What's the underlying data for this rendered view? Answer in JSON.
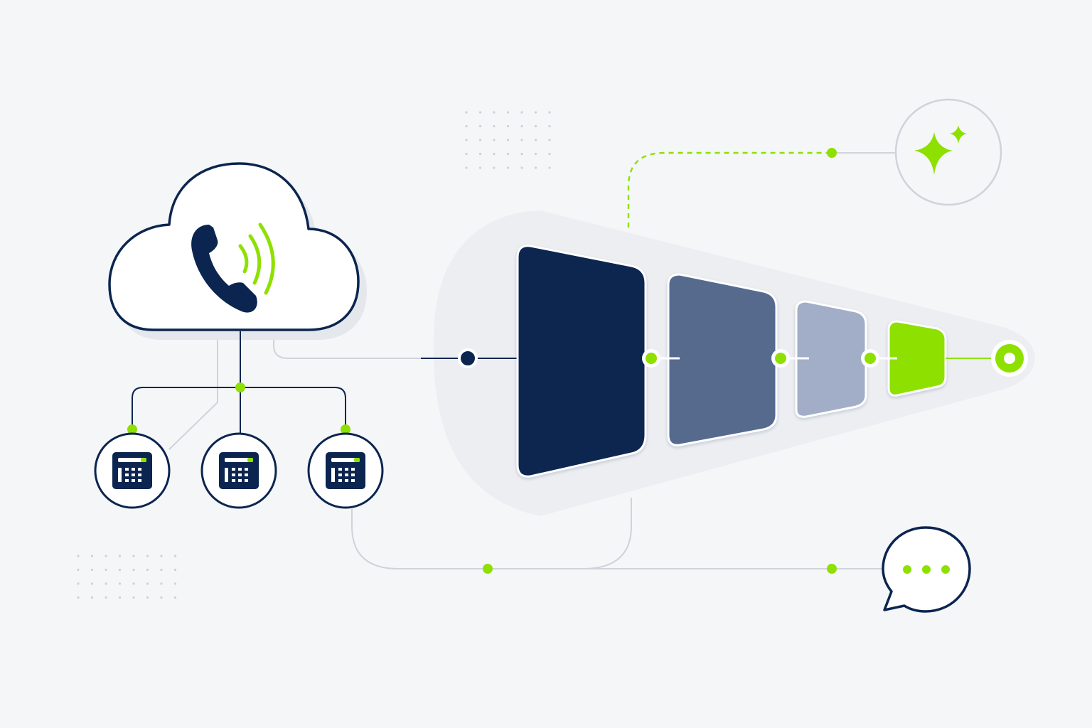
{
  "colors": {
    "background": "#f5f6f7",
    "navy": "#0b2550",
    "slate": "#566a8e",
    "light_slate": "#a2aec7",
    "lime": "#8ee000",
    "connector_grey": "#cfd3da",
    "halo": "#eceef2",
    "dot_grid": "#cdd1d8"
  },
  "icons": {
    "cloud": "cloud-icon",
    "phone": "phone-icon",
    "signal": "signal-waves-icon",
    "desk_phone": "desk-phone-icon",
    "sparkle": "sparkle-icon",
    "chat": "chat-bubble-icon",
    "target": "target-ring-icon"
  },
  "desk_phones": [
    {
      "id": "desk-phone-1"
    },
    {
      "id": "desk-phone-2"
    },
    {
      "id": "desk-phone-3"
    }
  ],
  "funnel_stages": [
    {
      "id": "stage-1",
      "tone": "navy"
    },
    {
      "id": "stage-2",
      "tone": "slate"
    },
    {
      "id": "stage-3",
      "tone": "light_slate"
    },
    {
      "id": "stage-4",
      "tone": "lime"
    }
  ]
}
